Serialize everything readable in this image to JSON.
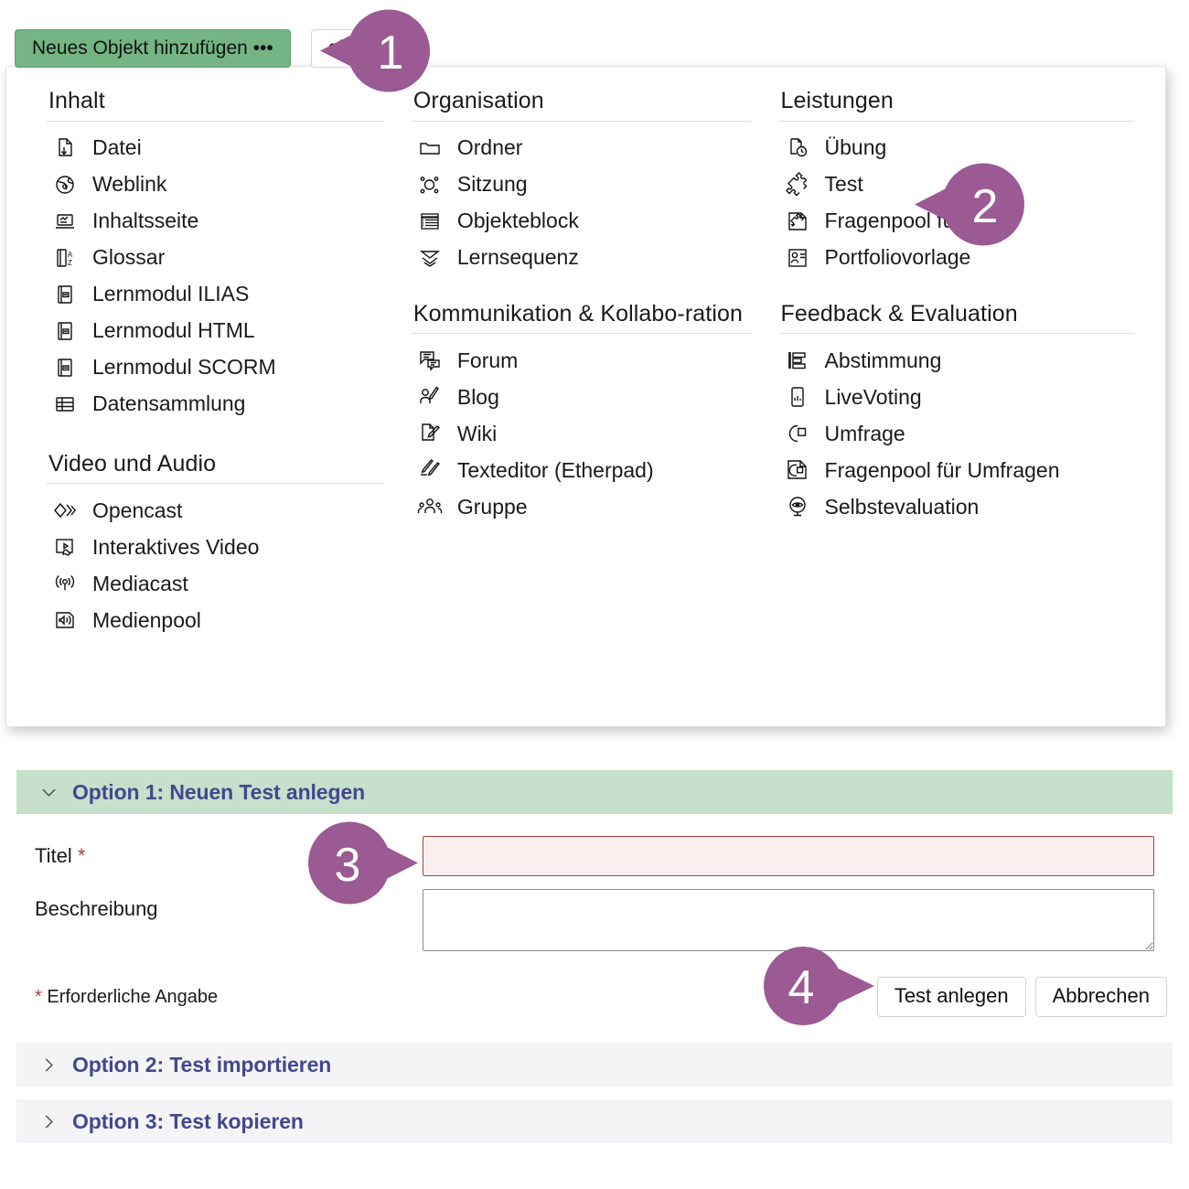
{
  "toolbar": {
    "add_object_button": "Neues Objekt hinzufügen •••",
    "secondary_button": "alten"
  },
  "dropdown": {
    "columns": [
      {
        "name": "content-column",
        "groups": [
          {
            "title": "Inhalt",
            "items": [
              {
                "label": "Datei",
                "icon": "file-download-icon"
              },
              {
                "label": "Weblink",
                "icon": "globe-link-icon"
              },
              {
                "label": "Inhaltsseite",
                "icon": "content-page-icon"
              },
              {
                "label": "Glossar",
                "icon": "glossary-az-icon"
              },
              {
                "label": "Lernmodul ILIAS",
                "icon": "learning-module-icon"
              },
              {
                "label": "Lernmodul HTML",
                "icon": "learning-module-icon"
              },
              {
                "label": "Lernmodul SCORM",
                "icon": "learning-module-icon"
              },
              {
                "label": "Datensammlung",
                "icon": "table-grid-icon"
              }
            ]
          },
          {
            "title": "Video und Audio",
            "items": [
              {
                "label": "Opencast",
                "icon": "opencast-diamond-icon"
              },
              {
                "label": "Interaktives Video",
                "icon": "interactive-video-icon"
              },
              {
                "label": "Mediacast",
                "icon": "broadcast-antenna-icon"
              },
              {
                "label": "Medienpool",
                "icon": "speaker-sound-icon"
              }
            ]
          }
        ]
      },
      {
        "name": "organisation-column",
        "groups": [
          {
            "title": "Organisation",
            "items": [
              {
                "label": "Ordner",
                "icon": "folder-icon"
              },
              {
                "label": "Sitzung",
                "icon": "session-nodes-icon"
              },
              {
                "label": "Objekteblock",
                "icon": "object-block-list-icon"
              },
              {
                "label": "Lernsequenz",
                "icon": "learning-sequence-chevrons-icon"
              }
            ]
          },
          {
            "title": "Kommunikation & Kollabo-ration",
            "items": [
              {
                "label": "Forum",
                "icon": "forum-speech-bubbles-icon"
              },
              {
                "label": "Blog",
                "icon": "blog-person-pen-icon"
              },
              {
                "label": "Wiki",
                "icon": "wiki-page-pen-icon"
              },
              {
                "label": "Texteditor (Etherpad)",
                "icon": "etherpad-pen-icon"
              },
              {
                "label": "Gruppe",
                "icon": "group-people-icon"
              }
            ]
          }
        ]
      },
      {
        "name": "services-column",
        "groups": [
          {
            "title": "Leistungen",
            "items": [
              {
                "label": "Übung",
                "icon": "exercise-clock-icon"
              },
              {
                "label": "Test",
                "icon": "test-puzzle-icon"
              },
              {
                "label": "Fragenpool für Tests",
                "icon": "question-pool-test-icon"
              },
              {
                "label": "Portfoliovorlage",
                "icon": "portfolio-template-icon"
              }
            ]
          },
          {
            "title": "Feedback & Evaluation",
            "items": [
              {
                "label": "Abstimmung",
                "icon": "poll-bars-icon"
              },
              {
                "label": "LiveVoting",
                "icon": "live-voting-phone-icon"
              },
              {
                "label": "Umfrage",
                "icon": "survey-pie-icon"
              },
              {
                "label": "Fragenpool für Umfragen",
                "icon": "question-pool-survey-icon"
              },
              {
                "label": "Selbstevaluation",
                "icon": "self-evaluation-eye-icon"
              }
            ]
          }
        ]
      }
    ]
  },
  "accordion": {
    "option1": {
      "title": "Option 1: Neuen Test anlegen",
      "chevron": "chevron-down-icon",
      "title_label": "Titel",
      "title_required_mark": "*",
      "title_value": "",
      "title_placeholder": "",
      "description_label": "Beschreibung",
      "description_value": "",
      "description_placeholder": "",
      "required_note_mark": "*",
      "required_note": "Erforderliche Angabe",
      "submit_label": "Test anlegen",
      "cancel_label": "Abbrechen"
    },
    "option2": {
      "title": "Option 2: Test importieren",
      "chevron": "chevron-right-icon"
    },
    "option3": {
      "title": "Option 3: Test kopieren",
      "chevron": "chevron-right-icon"
    }
  },
  "callouts": [
    {
      "number": "1",
      "points": "left"
    },
    {
      "number": "2",
      "points": "left"
    },
    {
      "number": "3",
      "points": "right"
    },
    {
      "number": "4",
      "points": "right"
    }
  ],
  "colors": {
    "accent_purple": "#9b5a93",
    "green_button": "#74b583",
    "green_header": "#c7e0cb",
    "option_title": "#44478e",
    "error_border": "#a94442",
    "error_fill": "#fbeeee",
    "closed_header": "#f4f4f6"
  }
}
